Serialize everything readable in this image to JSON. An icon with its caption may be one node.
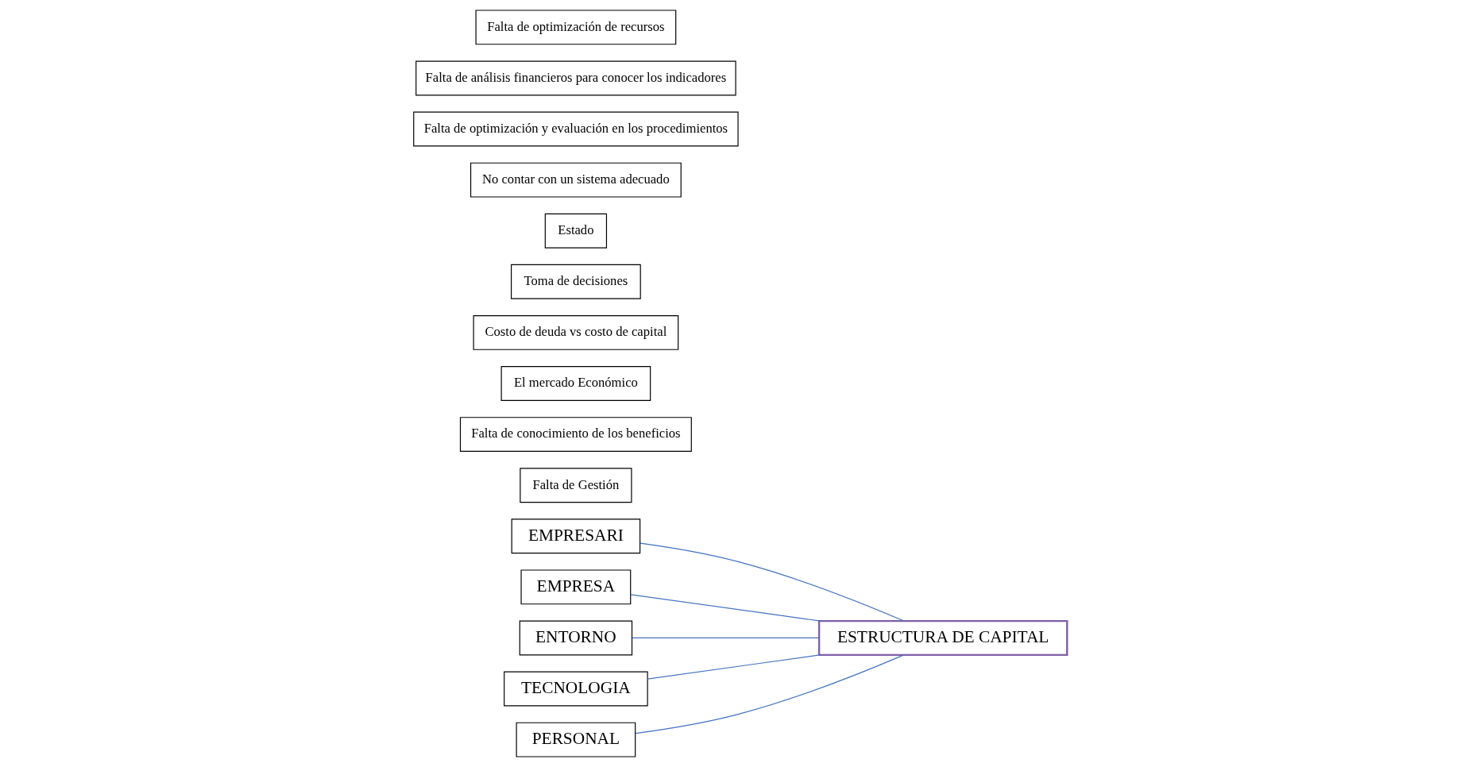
{
  "diagram": {
    "nodes": [
      {
        "text": [
          "EMPRESARI"
        ]
      },
      {
        "text": [
          "EMPRESA"
        ]
      },
      {
        "text": [
          "ENTORNO"
        ]
      },
      {
        "text": [
          "Falta de Gestión"
        ]
      },
      {
        "text": [
          "Falta de conocimiento de los beneficios"
        ]
      },
      {
        "text": [
          "El mercado Económico"
        ]
      },
      {
        "text": [
          "Costo de deuda vs costo de capital"
        ]
      },
      {
        "text": [
          "Toma de decisiones"
        ]
      },
      {
        "text": [
          "Estado"
        ]
      },
      {
        "text": [
          "ESTRUCTURA DE CAPITAL"
        ]
      },
      {
        "text": [
          "No contar con un sistema adecuado"
        ]
      },
      {
        "text": [
          "Falta de optimización y evaluación en los procedimientos"
        ]
      },
      {
        "text": [
          "Falta de análisis financieros para conocer los indicadores"
        ]
      },
      {
        "text": [
          "Falta de optimización de recursos"
        ]
      },
      {
        "text": [
          "TECNOLOGIA"
        ]
      },
      {
        "text": [
          "PERSONAL"
        ]
      }
    ],
    "edges": [
      {
        "from": 0,
        "to": 9,
        "arrow": "none"
      },
      {
        "from": 1,
        "to": 9,
        "arrow": "none"
      },
      {
        "from": 2,
        "to": 9,
        "arrow": "none"
      },
      {
        "from": 15,
        "to": 9,
        "arrow": "none"
      },
      {
        "from": 14,
        "to": 9,
        "arrow": "none"
      }
    ]
  }
}
